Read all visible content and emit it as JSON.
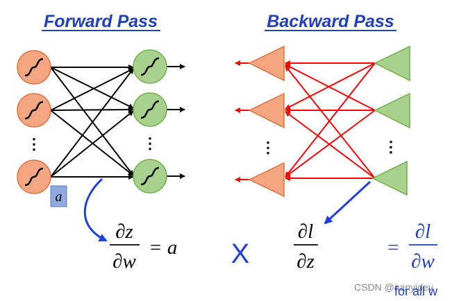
{
  "forward": {
    "title": "Forward Pass",
    "vdots_left": "⋮",
    "vdots_right": "⋮",
    "a_label": "a"
  },
  "backward": {
    "title": "Backward Pass",
    "vdots_left": "⋮",
    "vdots_right": "⋮"
  },
  "eq_forward": {
    "num": "∂z",
    "den": "∂w",
    "rhs": "= a"
  },
  "times_symbol": "X",
  "eq_backward": {
    "num": "∂l",
    "den": "∂z"
  },
  "eq_result": {
    "eq": "=",
    "num": "∂l",
    "den": "∂w",
    "note": "for all w"
  },
  "watermark": "CSDN @nanyidev",
  "colors": {
    "title": "#1f3fbf",
    "orange_fill": "#f4a582",
    "orange_stroke": "#e07040",
    "green_fill": "#a9d18e",
    "green_stroke": "#70ad47",
    "red_line": "#ff0000",
    "blue_arrow": "#1f3fdf",
    "a_box": "#8fa9dc"
  }
}
